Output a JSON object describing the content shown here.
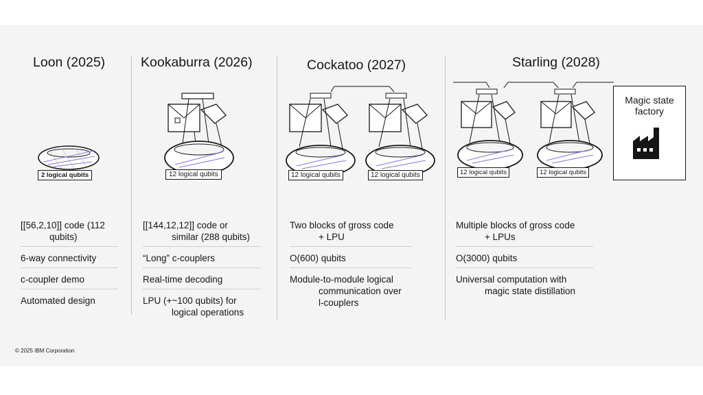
{
  "columns": [
    {
      "title": "Loon (2025)",
      "label": "2 logical qubits",
      "items": [
        {
          "line1": "[[56,2,10]] code (112",
          "line2": "qubits)"
        },
        {
          "line1": "6-way connectivity"
        },
        {
          "line1": "c-coupler demo"
        },
        {
          "line1": "Automated design"
        }
      ]
    },
    {
      "title": "Kookaburra (2026)",
      "label": "12 logical qubits",
      "items": [
        {
          "line1": "[[144,12,12]] code or",
          "line2": "similar (288 qubits)"
        },
        {
          "line1": "“Long” c-couplers"
        },
        {
          "line1": "Real-time decoding"
        },
        {
          "line1": "LPU (+~100 qubits) for",
          "line2": "logical operations"
        }
      ]
    },
    {
      "title": "Cockatoo (2027)",
      "label": "12 logical qubits",
      "items": [
        {
          "line1": "Two blocks of gross code",
          "line2": "+ LPU"
        },
        {
          "line1": "O(600) qubits"
        },
        {
          "line1": "Module-to-module logical",
          "line2": "communication over",
          "line3": "l-couplers"
        }
      ]
    },
    {
      "title": "Starling (2028)",
      "label": "12 logical qubits",
      "factory": "Magic state factory",
      "items": [
        {
          "line1": "Multiple blocks of gross code",
          "line2": "+ LPUs"
        },
        {
          "line1": "O(3000) qubits"
        },
        {
          "line1": "Universal computation with",
          "line2": "magic state distillation"
        }
      ]
    }
  ],
  "footer": "© 2025 IBM Corporation"
}
